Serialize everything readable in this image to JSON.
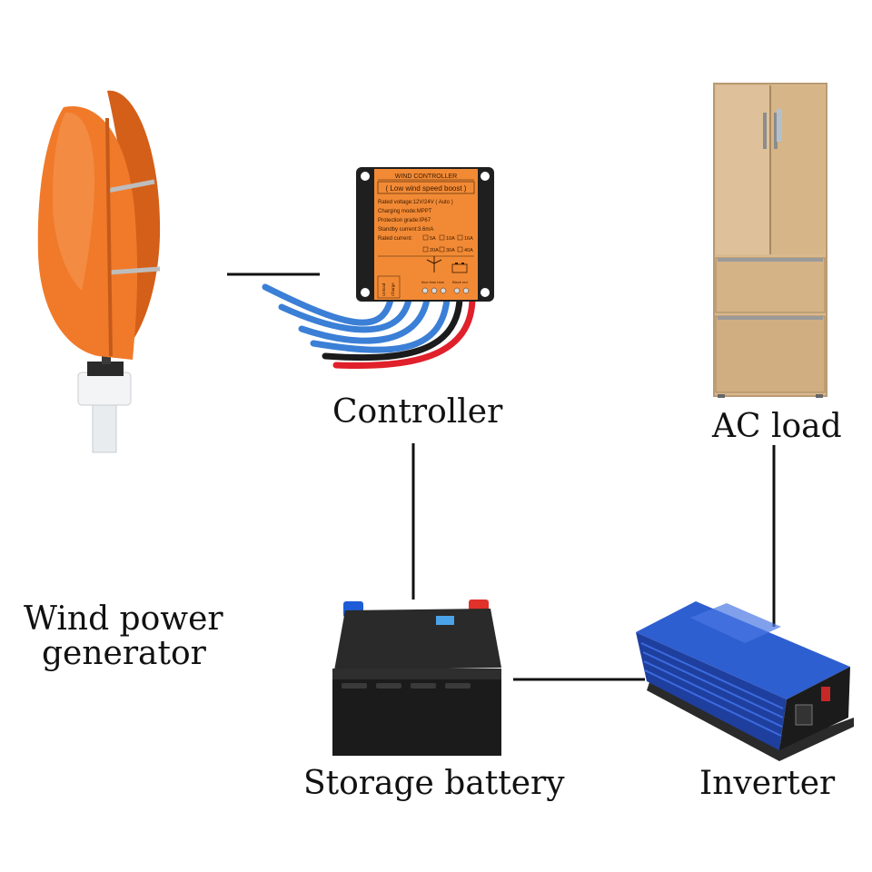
{
  "labels": {
    "wind_generator_line1": "Wind power",
    "wind_generator_line2": "generator",
    "controller": "Controller",
    "ac_load": "AC load",
    "storage_battery": "Storage battery",
    "inverter": "Inverter"
  },
  "controller_panel": {
    "title": "WIND CONTROLLER",
    "subtitle": "( Low wind speed boost )",
    "rated_voltage": "Rated voltage:12V/24V ( Auto )",
    "charging_mode": "Charging mode:MPPT",
    "protection_grade": "Protection grade:IP67",
    "standby_current": "Standby current:3.6mA",
    "rated_current": "Rated current:",
    "current_options_row1": [
      "5A",
      "10A",
      "16A"
    ],
    "current_options_row2": [
      "20A",
      "30A",
      "40A"
    ],
    "unload": "Unload",
    "charge": "Charge",
    "wire_blue": "blue blue blue",
    "wire_black_red": "Black red"
  },
  "colors": {
    "turbine_orange": "#f07a2a",
    "controller_orange": "#f28a35",
    "wire_blue": "#3b7fd6",
    "wire_red": "#e0202a",
    "fridge_gold": "#d9b98f",
    "battery_black": "#1b1b1b",
    "inverter_blue": "#2146b4",
    "connector_line": "#111111"
  }
}
